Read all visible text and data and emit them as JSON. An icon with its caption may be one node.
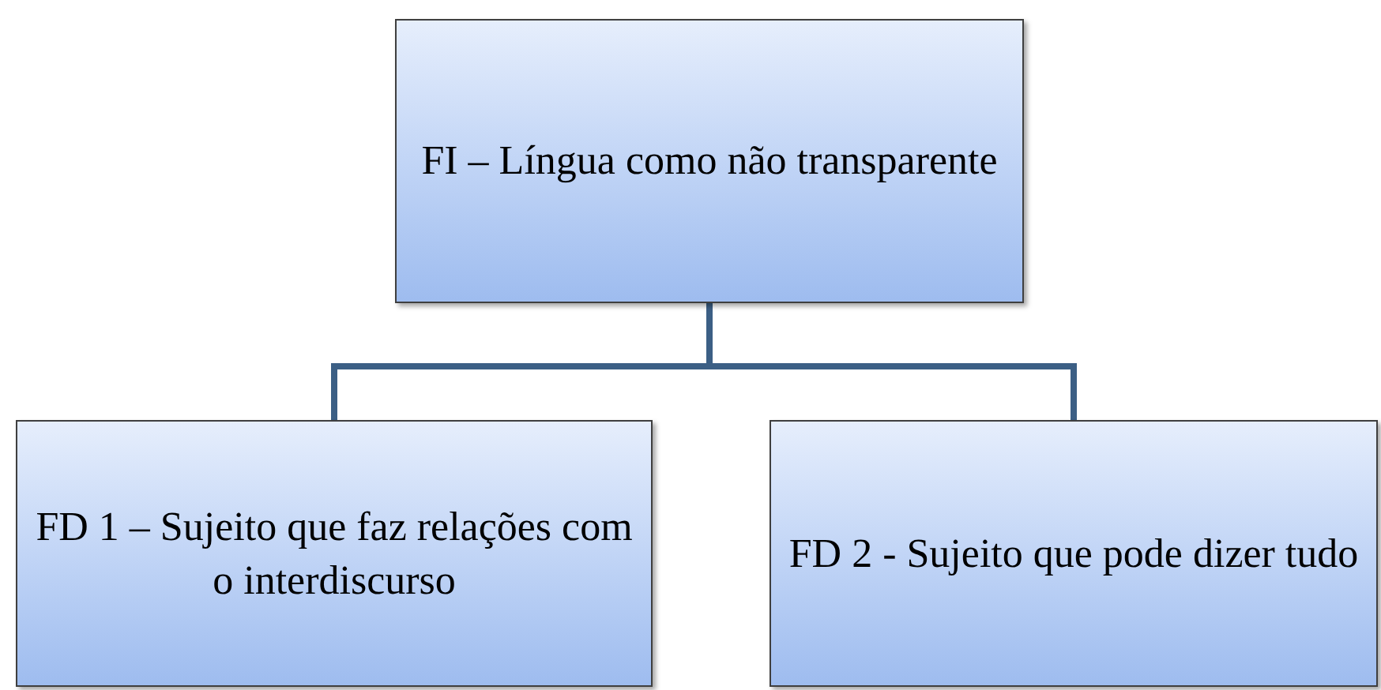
{
  "diagram": {
    "nodes": [
      {
        "text": [
          "FI – Língua como não transparente"
        ]
      },
      {
        "text": [
          "FD 1 – Sujeito que faz relações com o interdiscurso"
        ]
      },
      {
        "text": [
          "FD 2 - Sujeito que pode dizer tudo"
        ]
      }
    ],
    "edges": [
      {
        "from": 0,
        "to": 1,
        "arrow": "none"
      },
      {
        "from": 0,
        "to": 2,
        "arrow": "none"
      }
    ]
  }
}
